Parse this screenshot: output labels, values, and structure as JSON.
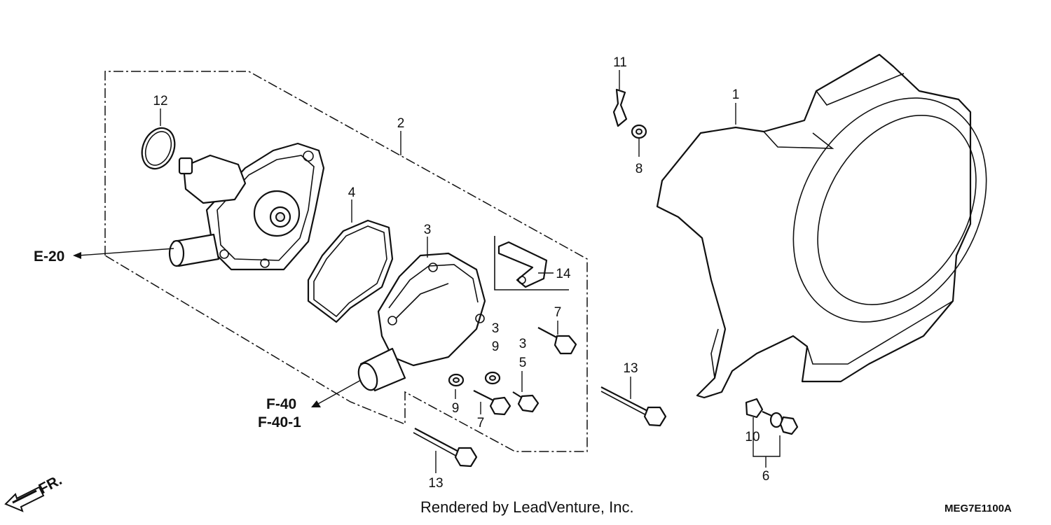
{
  "callouts": {
    "c1": "1",
    "c2": "2",
    "c3a": "3",
    "c3b": "3",
    "c3c": "3",
    "c4": "4",
    "c5": "5",
    "c6": "6",
    "c7a": "7",
    "c7b": "7",
    "c8": "8",
    "c9a": "9",
    "c9b": "9",
    "c10": "10",
    "c11": "11",
    "c12": "12",
    "c13a": "13",
    "c13b": "13",
    "c14": "14"
  },
  "references": {
    "e20": "E-20",
    "f40": "F-40",
    "f401": "F-40-1",
    "fr": "FR."
  },
  "footer": {
    "rendered_by": "Rendered by LeadVent​ure, Inc.",
    "diagram_code": "MEG7E1100A"
  }
}
